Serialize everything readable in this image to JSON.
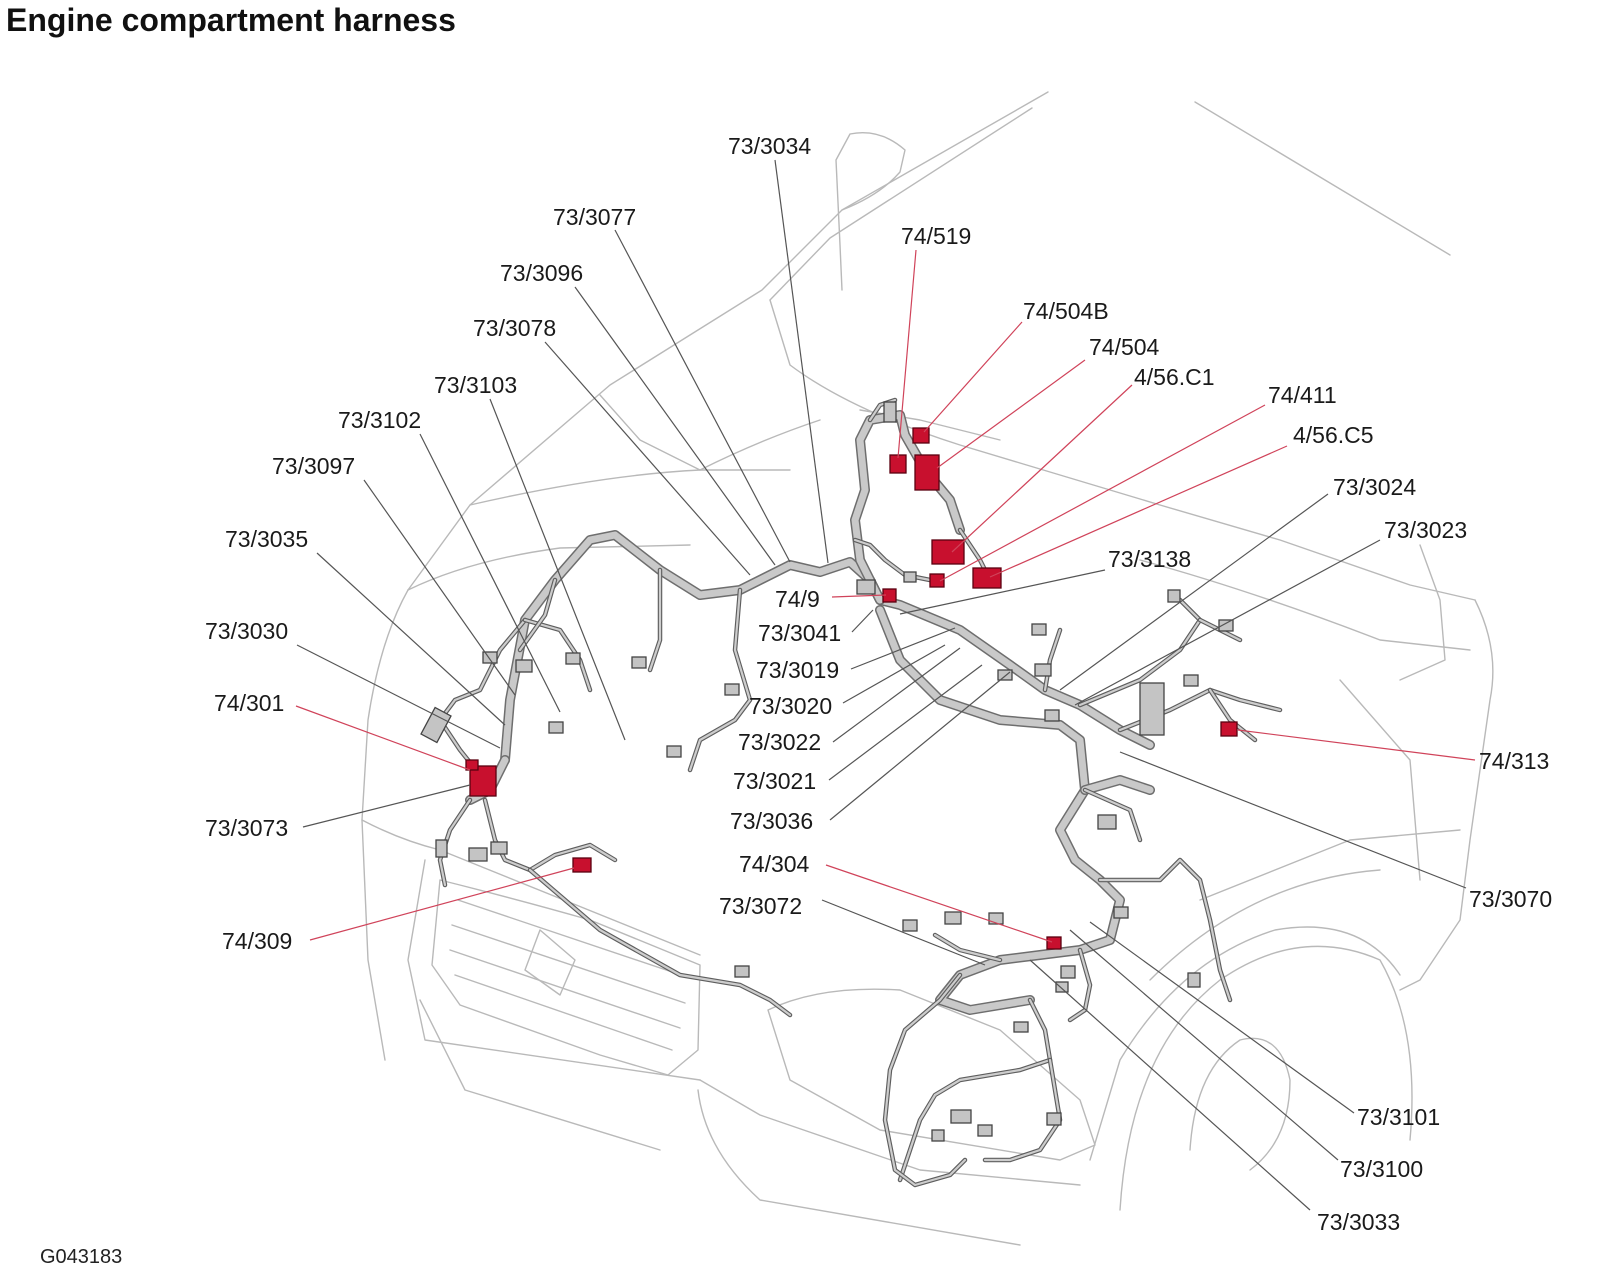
{
  "title": "Engine compartment harness",
  "figure_id": "G043183",
  "callouts": {
    "c3034": "73/3034",
    "c3077": "73/3077",
    "c3096": "73/3096",
    "c3078": "73/3078",
    "c3103": "73/3103",
    "c3102": "73/3102",
    "c3097": "73/3097",
    "c3035": "73/3035",
    "c3030": "73/3030",
    "c301": "74/301",
    "c3073": "73/3073",
    "c309": "74/309",
    "c519": "74/519",
    "c504b": "74/504B",
    "c504": "74/504",
    "c56c1": "4/56.C1",
    "c411": "74/411",
    "c56c5": "4/56.C5",
    "c3024": "73/3024",
    "c3023": "73/3023",
    "c3138": "73/3138",
    "c9": "74/9",
    "c3041": "73/3041",
    "c3019": "73/3019",
    "c3020": "73/3020",
    "c3022": "73/3022",
    "c3021": "73/3021",
    "c3036": "73/3036",
    "c313": "74/313",
    "c304": "74/304",
    "c3072": "73/3072",
    "c3070": "73/3070",
    "c3101": "73/3101",
    "c3100": "73/3100",
    "c3033": "73/3033"
  },
  "colors": {
    "highlight_connector": "#c8102e",
    "highlight_leader": "#d0435a",
    "standard_leader": "#555555",
    "car_outline": "#b9b9b9"
  }
}
